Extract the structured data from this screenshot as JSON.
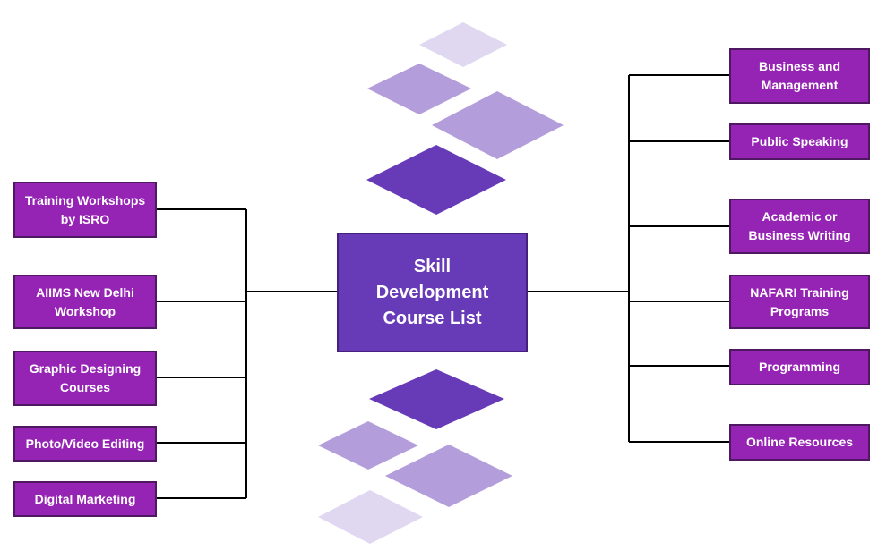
{
  "center": {
    "label": "Skill Development Course List"
  },
  "left_items": [
    {
      "label": "Training Workshops by ISRO"
    },
    {
      "label": "AIIMS New Delhi Workshop"
    },
    {
      "label": "Graphic Designing Courses"
    },
    {
      "label": "Photo/Video Editing"
    },
    {
      "label": "Digital Marketing"
    }
  ],
  "right_items": [
    {
      "label": "Business and Management"
    },
    {
      "label": "Public Speaking"
    },
    {
      "label": "Academic or Business Writing"
    },
    {
      "label": "NAFARI Training Programs"
    },
    {
      "label": "Programming"
    },
    {
      "label": "Online Resources"
    }
  ],
  "colors": {
    "node_fill": "#9523b3",
    "center_fill": "#673ab7",
    "connector": "#000000",
    "diamond_dark": "#673ab7",
    "diamond_mid": "#b39ddb",
    "diamond_light": "#e0d8f1"
  }
}
